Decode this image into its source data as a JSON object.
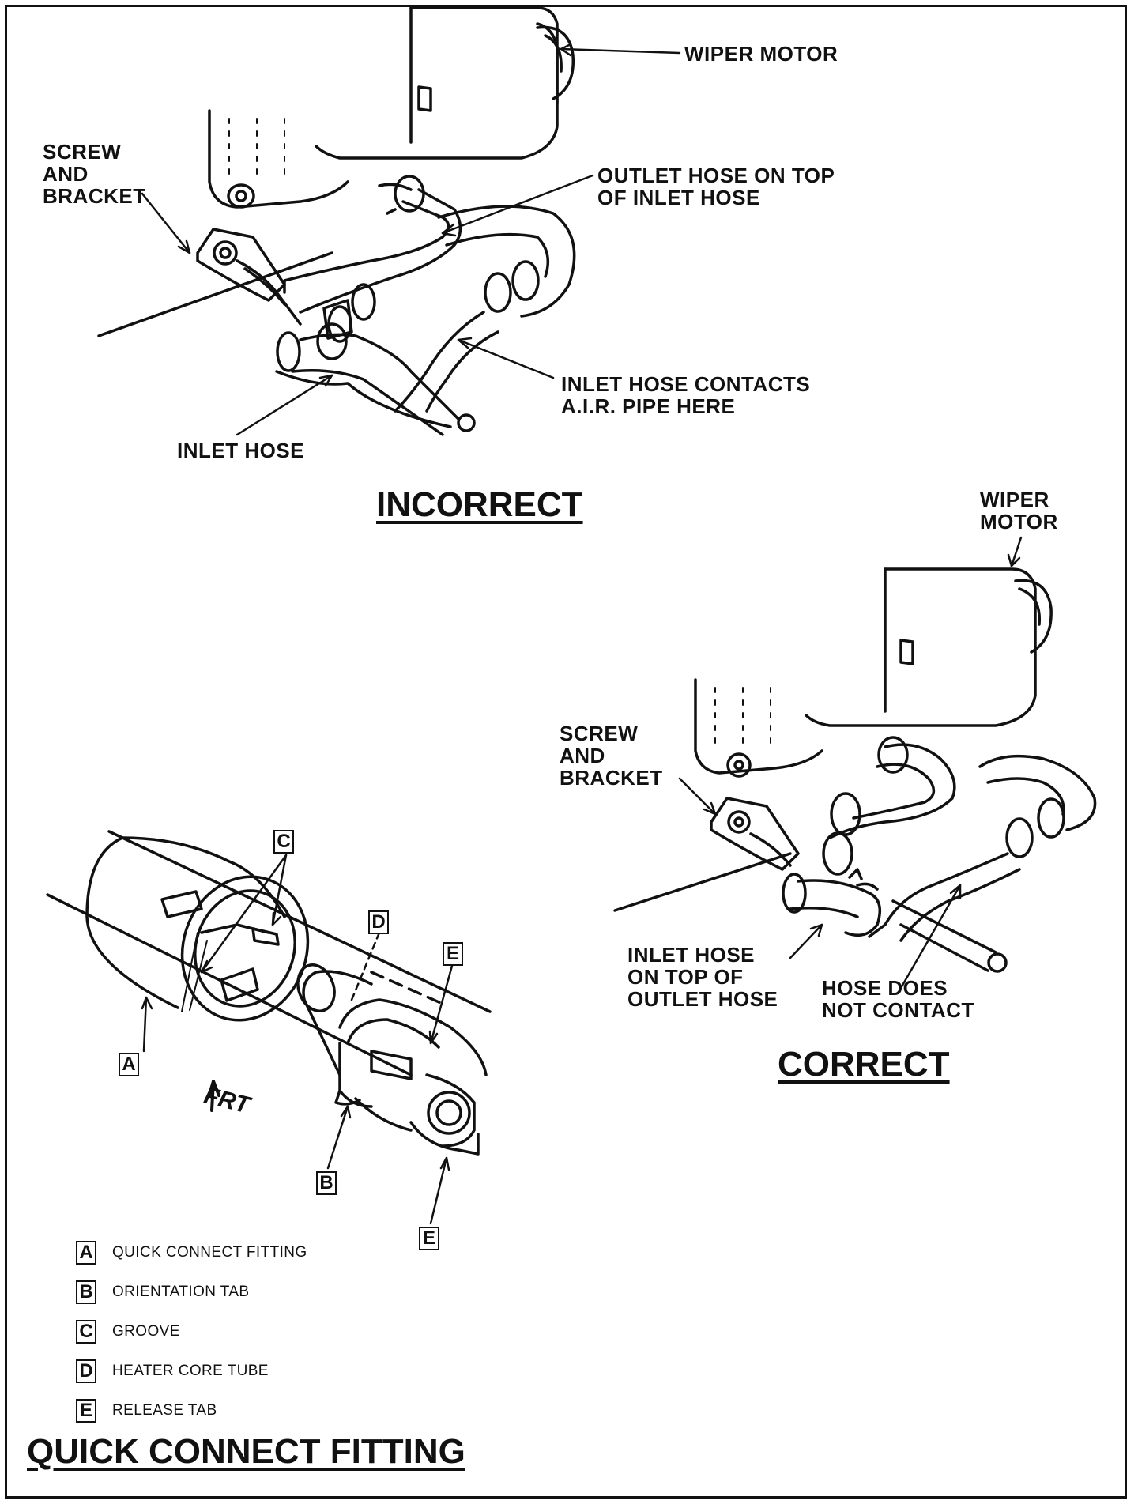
{
  "incorrect": {
    "title": "INCORRECT",
    "labels": {
      "wiper_motor": "WIPER MOTOR",
      "screw_and_bracket": "SCREW\nAND\nBRACKET",
      "outlet_hose": "OUTLET HOSE ON TOP\nOF INLET HOSE",
      "inlet_hose_contacts": "INLET HOSE CONTACTS\nA.I.R. PIPE HERE",
      "inlet_hose": "INLET HOSE"
    }
  },
  "correct": {
    "title": "CORRECT",
    "labels": {
      "wiper_motor": "WIPER\nMOTOR",
      "screw_and_bracket": "SCREW\nAND\nBRACKET",
      "inlet_hose_on_top": "INLET HOSE\nON TOP OF\nOUTLET HOSE",
      "hose_does_not_contact": "HOSE DOES\nNOT CONTACT"
    }
  },
  "quick_connect": {
    "title": "QUICK CONNECT FITTING",
    "frt": "FRT",
    "callouts": [
      "A",
      "B",
      "C",
      "D",
      "E"
    ],
    "legend": [
      {
        "key": "A",
        "text": "QUICK CONNECT FITTING"
      },
      {
        "key": "B",
        "text": "ORIENTATION TAB"
      },
      {
        "key": "C",
        "text": "GROOVE"
      },
      {
        "key": "D",
        "text": "HEATER CORE TUBE"
      },
      {
        "key": "E",
        "text": "RELEASE TAB"
      }
    ]
  }
}
